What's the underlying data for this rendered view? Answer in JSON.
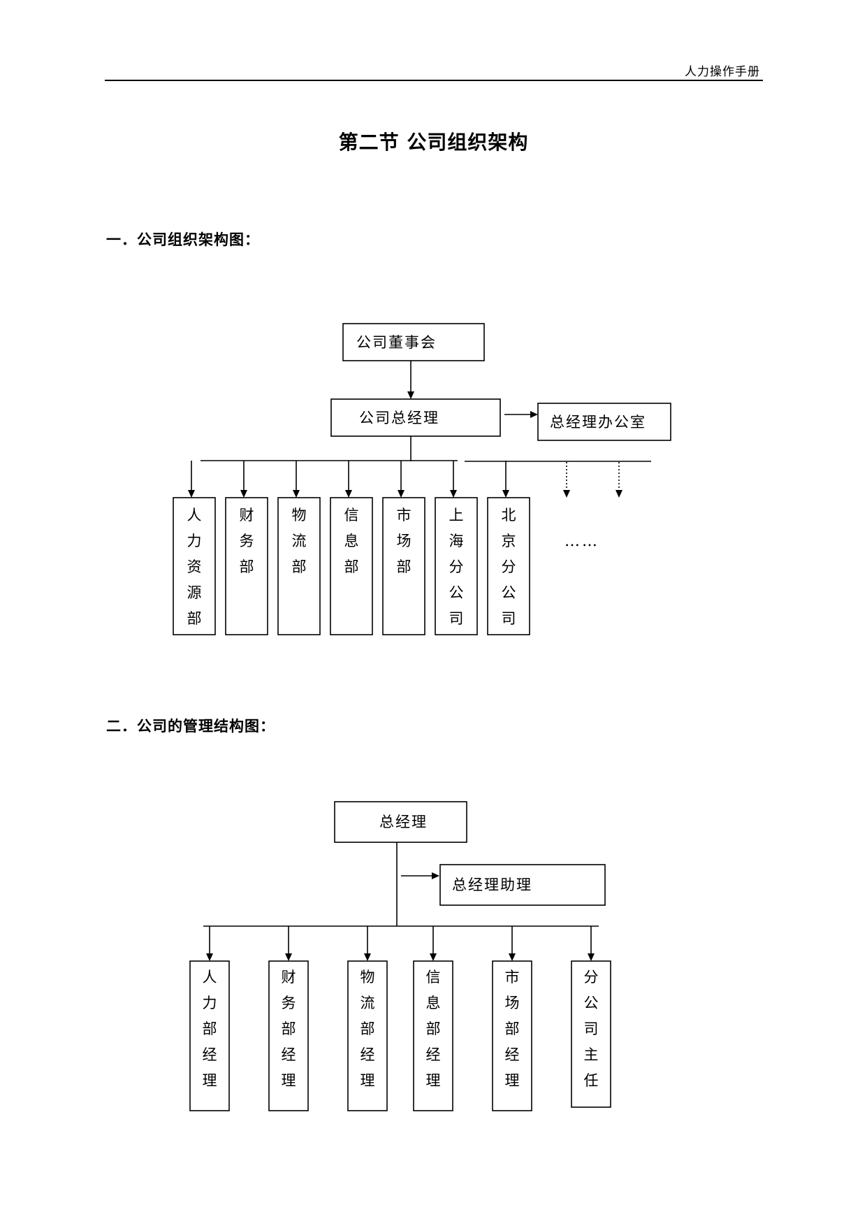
{
  "header": {
    "text": "人力操作手册"
  },
  "title": "第二节 公司组织架构",
  "section1": {
    "heading": "一．公司组织架构图：",
    "top": "公司董事会",
    "middle": "公司总经理",
    "side": "总经理办公室",
    "departments": [
      "人力资源部",
      "财务部",
      "物流部",
      "信息部",
      "市场部",
      "上海分公司",
      "北京分公司"
    ],
    "ellipsis": "……"
  },
  "section2": {
    "heading": "二．公司的管理结构图：",
    "top": "总经理",
    "side": "总经理助理",
    "departments": [
      "人力部经理",
      "财务部经理",
      "物流部经理",
      "信息部经理",
      "市场部经理",
      "分公司主任"
    ]
  }
}
